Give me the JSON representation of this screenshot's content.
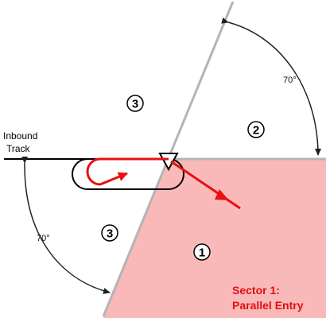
{
  "inbound_track_label": [
    "Inbound",
    "Track"
  ],
  "angles": {
    "upper_right": "70°",
    "lower_left": "70°"
  },
  "sectors": {
    "upper_left": "3",
    "right": "2",
    "lower_left": "3",
    "bottom": "1"
  },
  "caption": [
    "Sector 1:",
    "Parallel Entry"
  ],
  "colors": {
    "sector_1_fill": "#f9b9b9",
    "entry_path": "#e81010",
    "sector_line": "#b4b4b4",
    "track_line": "#000000"
  }
}
